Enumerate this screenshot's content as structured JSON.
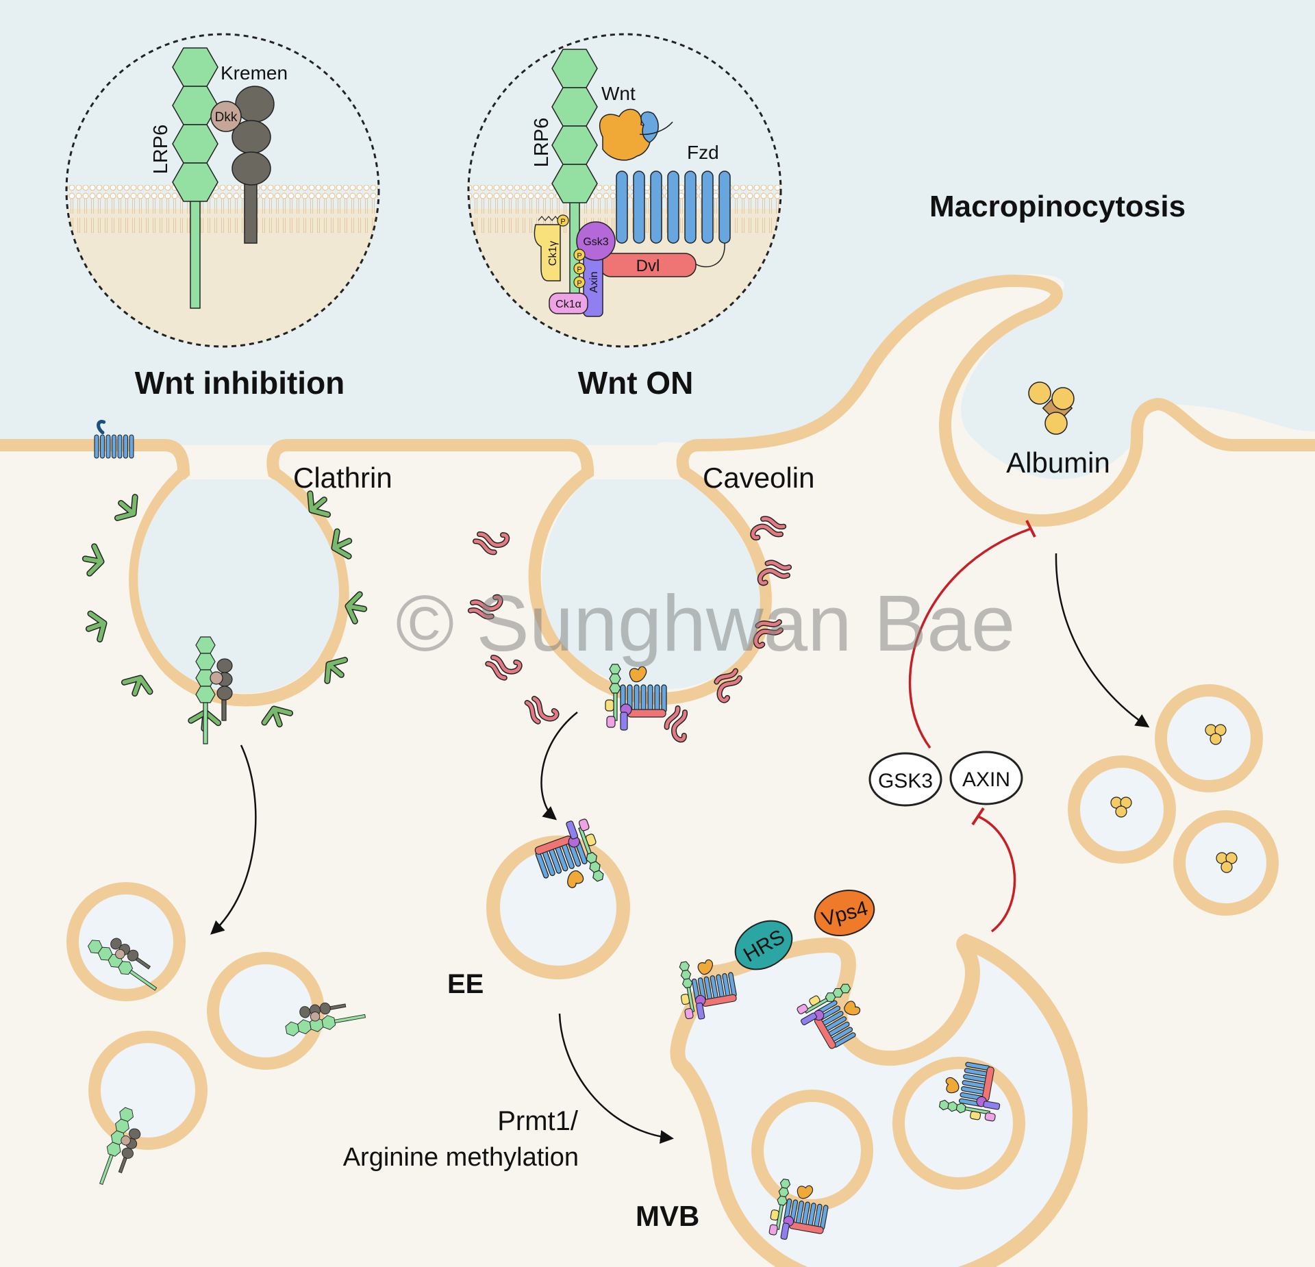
{
  "labels": {
    "macropinocytosis": "Macropinocytosis",
    "wnt_inhibition": "Wnt inhibition",
    "wnt_on": "Wnt ON",
    "clathrin": "Clathrin",
    "caveolin": "Caveolin",
    "albumin": "Albumin",
    "ee": "EE",
    "mvb": "MVB",
    "prmt1": "Prmt1/",
    "arginine": "Arginine methylation",
    "watermark": "© Sunghwan Bae"
  },
  "inset_left": {
    "lrp6": "LRP6",
    "kremen": "Kremen",
    "dkk": "Dkk"
  },
  "inset_right": {
    "lrp6": "LRP6",
    "wnt": "Wnt",
    "fzd": "Fzd",
    "gsk3": "Gsk3",
    "dvl": "Dvl",
    "axin": "Axin",
    "ck1g": "Ck1γ",
    "ck1a": "Ck1α",
    "p": "P"
  },
  "badges": {
    "gsk3": "GSK3",
    "axin": "AXIN",
    "hrs": "HRS",
    "vps4": "Vps4"
  },
  "colors": {
    "outside": "#e6f0f3",
    "cytoplasm": "#f8f5ef",
    "membrane": "#f0cd98",
    "lumen": "#eef4f7",
    "lrp6": "#94dfa2",
    "kremen": "#6b6860",
    "dkk": "#c5a79a",
    "wnt": "#f0a936",
    "fzd": "#67a6de",
    "dvl": "#ef7474",
    "gsk3": "#b36ad8",
    "axin": "#8f7ff0",
    "ck1g": "#f8e17a",
    "ck1a": "#efa3e7",
    "hrs": "#2ba6a2",
    "vps4": "#ee7a2a",
    "inhibit": "#c61f26",
    "clathrin": "#79b96b",
    "caveolin": "#e17a82",
    "albumin": "#f5cc64"
  }
}
